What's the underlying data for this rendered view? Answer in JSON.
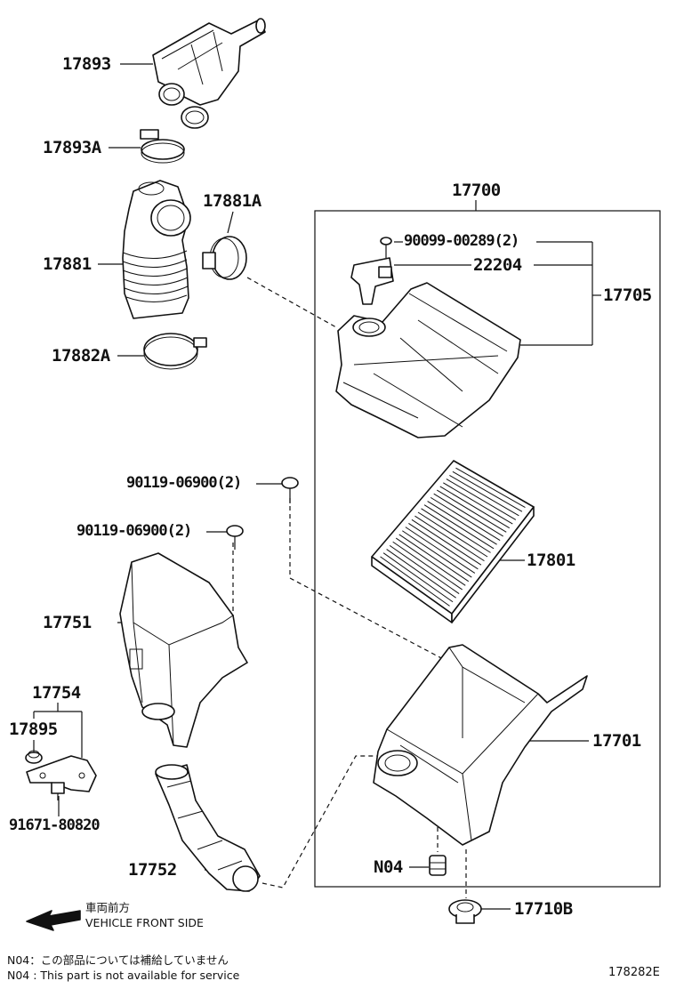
{
  "parts": [
    {
      "id": "p17893",
      "label": "17893"
    },
    {
      "id": "p17893a",
      "label": "17893A"
    },
    {
      "id": "p17881a",
      "label": "17881A"
    },
    {
      "id": "p17881",
      "label": "17881"
    },
    {
      "id": "p17882a",
      "label": "17882A"
    },
    {
      "id": "p17700",
      "label": "17700"
    },
    {
      "id": "p90099",
      "label": "90099-00289(2)"
    },
    {
      "id": "p22204",
      "label": "22204"
    },
    {
      "id": "p17705",
      "label": "17705"
    },
    {
      "id": "p90119a",
      "label": "90119-06900(2)"
    },
    {
      "id": "p90119b",
      "label": "90119-06900(2)"
    },
    {
      "id": "p17801",
      "label": "17801"
    },
    {
      "id": "p17751",
      "label": "17751"
    },
    {
      "id": "p17754",
      "label": "17754"
    },
    {
      "id": "p17895",
      "label": "17895"
    },
    {
      "id": "p17701",
      "label": "17701"
    },
    {
      "id": "p91671",
      "label": "91671-80820"
    },
    {
      "id": "p17752",
      "label": "17752"
    },
    {
      "id": "pN04",
      "label": "N04"
    },
    {
      "id": "p17710b",
      "label": "17710B"
    }
  ],
  "direction": {
    "jp": "車両前方",
    "en": "VEHICLE FRONT SIDE"
  },
  "notes": {
    "jp": "N04：この部品については補給していません",
    "en": "N04 : This part is not available for service"
  },
  "diagram_code": "178282E"
}
